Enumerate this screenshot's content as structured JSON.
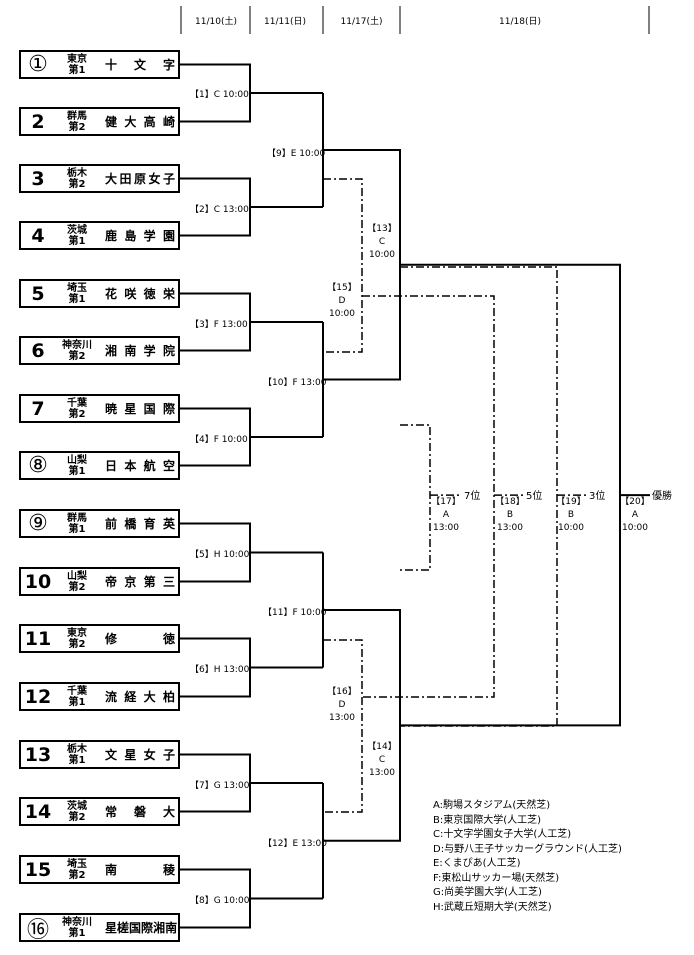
{
  "dates": [
    "11/10(土)",
    "11/11(日)",
    "11/17(土)",
    "11/18(日)"
  ],
  "teams": [
    {
      "seed": "①",
      "pref": "東京",
      "rank": "第1",
      "name": [
        "十",
        "文",
        "字"
      ],
      "circled": true
    },
    {
      "seed": "2",
      "pref": "群馬",
      "rank": "第2",
      "name": [
        "健",
        "大",
        "高",
        "崎"
      ],
      "circled": false
    },
    {
      "seed": "3",
      "pref": "栃木",
      "rank": "第2",
      "name": [
        "大",
        "田",
        "原",
        "女",
        "子"
      ],
      "circled": false
    },
    {
      "seed": "4",
      "pref": "茨城",
      "rank": "第1",
      "name": [
        "鹿",
        "島",
        "学",
        "園"
      ],
      "circled": false
    },
    {
      "seed": "5",
      "pref": "埼玉",
      "rank": "第1",
      "name": [
        "花",
        "咲",
        "徳",
        "栄"
      ],
      "circled": false
    },
    {
      "seed": "6",
      "pref": "神奈川",
      "rank": "第2",
      "name": [
        "湘",
        "南",
        "学",
        "院"
      ],
      "circled": false
    },
    {
      "seed": "7",
      "pref": "千葉",
      "rank": "第2",
      "name": [
        "暁",
        "星",
        "国",
        "際"
      ],
      "circled": false
    },
    {
      "seed": "⑧",
      "pref": "山梨",
      "rank": "第1",
      "name": [
        "日",
        "本",
        "航",
        "空"
      ],
      "circled": true
    },
    {
      "seed": "⑨",
      "pref": "群馬",
      "rank": "第1",
      "name": [
        "前",
        "橋",
        "育",
        "英"
      ],
      "circled": true
    },
    {
      "seed": "10",
      "pref": "山梨",
      "rank": "第2",
      "name": [
        "帝",
        "京",
        "第",
        "三"
      ],
      "circled": false
    },
    {
      "seed": "11",
      "pref": "東京",
      "rank": "第2",
      "name": [
        "修",
        "徳"
      ],
      "circled": false
    },
    {
      "seed": "12",
      "pref": "千葉",
      "rank": "第1",
      "name": [
        "流",
        "経",
        "大",
        "柏"
      ],
      "circled": false
    },
    {
      "seed": "13",
      "pref": "栃木",
      "rank": "第1",
      "name": [
        "文",
        "星",
        "女",
        "子"
      ],
      "circled": false
    },
    {
      "seed": "14",
      "pref": "茨城",
      "rank": "第2",
      "name": [
        "常",
        "磐",
        "大"
      ],
      "circled": false
    },
    {
      "seed": "15",
      "pref": "埼玉",
      "rank": "第2",
      "name": [
        "南",
        "稜"
      ],
      "circled": false
    },
    {
      "seed": "⑯",
      "pref": "神奈川",
      "rank": "第1",
      "name": [
        "星",
        "槎",
        "国",
        "際",
        "湘",
        "南"
      ],
      "circled": true
    }
  ],
  "round1": [
    "【1】C 10:00",
    "【2】C 13:00",
    "【3】F 13:00",
    "【4】F 10:00",
    "【5】H 10:00",
    "【6】H 13:00",
    "【7】G 13:00",
    "【8】G 10:00"
  ],
  "round2": [
    "【9】E 10:00",
    "【10】F 13:00",
    "【11】F 10:00",
    "【12】E 13:00"
  ],
  "later_matches": [
    {
      "no": "【13】",
      "venue": "C",
      "time": "10:00"
    },
    {
      "no": "【14】",
      "venue": "C",
      "time": "13:00"
    },
    {
      "no": "【15】",
      "venue": "D",
      "time": "10:00"
    },
    {
      "no": "【16】",
      "venue": "D",
      "time": "13:00"
    },
    {
      "no": "【17】",
      "venue": "A",
      "time": "13:00"
    },
    {
      "no": "【18】",
      "venue": "B",
      "time": "13:00"
    },
    {
      "no": "【19】",
      "venue": "B",
      "time": "10:00"
    },
    {
      "no": "【20】",
      "venue": "A",
      "time": "10:00"
    }
  ],
  "places": {
    "seventh": "7位",
    "fifth": "5位",
    "third": "3位",
    "champion": "優勝"
  },
  "legend": [
    "A:駒場スタジアム(天然芝)",
    "B:東京国際大学(人工芝)",
    "C:十文字学園女子大学(人工芝)",
    "D:与野八王子サッカーグラウンド(人工芝)",
    "E:くまぴあ(人工芝)",
    "F:東松山サッカー場(天然芝)",
    "G:尚美学園大学(人工芝)",
    "H:武蔵丘短期大学(天然芝)"
  ]
}
